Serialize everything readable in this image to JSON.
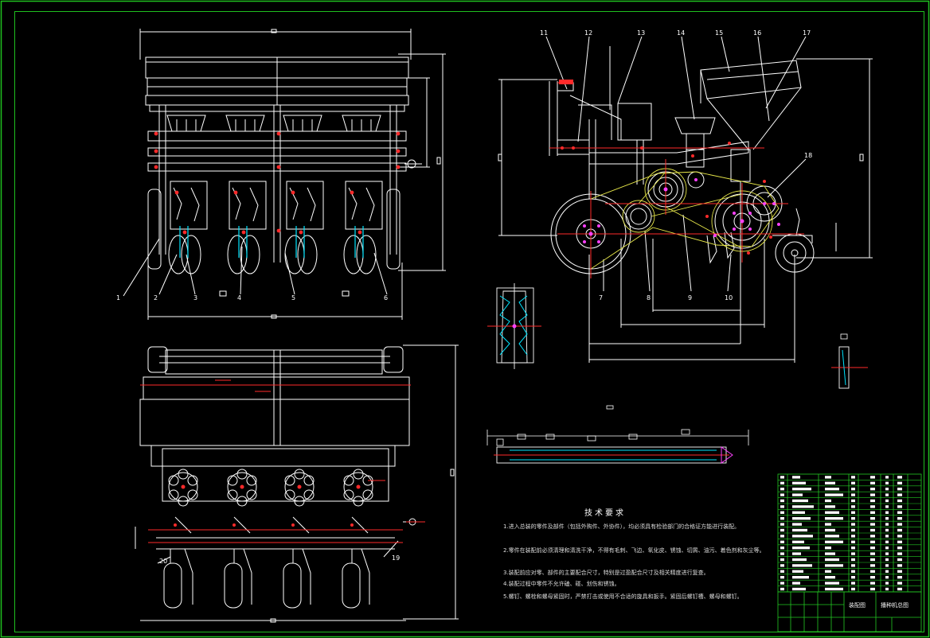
{
  "colors": {
    "background": "#000000",
    "frame": "#1fbf1f",
    "line": "#ffffff",
    "center_line": "#ff2a2a",
    "hidden_line": "#d8d8d8",
    "belt": "#e8e84a",
    "accent_cyan": "#00e5ff",
    "part_magenta": "#ff40ff",
    "table_green": "#22c822"
  },
  "balloons_front": [
    "1",
    "2",
    "3",
    "4",
    "5",
    "6"
  ],
  "balloons_side_top": [
    "11",
    "12",
    "13",
    "14",
    "15",
    "16",
    "17"
  ],
  "balloons_side_right": [
    "18"
  ],
  "balloons_side_bottom": [
    "7",
    "8",
    "9",
    "10"
  ],
  "balloons_plan": [
    "19",
    "20"
  ],
  "notes": {
    "title": "技术要求",
    "items": [
      "1.进入总装的零件及部件（包括外购件、外协件），均必须具有检验部门的合格证方能进行装配。",
      "2.零件在装配前必须清理和清洗干净，不得有毛刺、飞边、氧化皮、锈蚀、切屑、油污、着色剂和灰尘等。",
      "3.装配前应对零、部件的主要配合尺寸，特别是过盈配合尺寸及相关精度进行复查。",
      "4.装配过程中零件不允许磕、碰、划伤和锈蚀。",
      "5.螺钉、螺栓和螺母紧固时，严禁打击或使用不合适的旋具和扳手。紧固后螺钉槽、螺母和螺钉。"
    ]
  },
  "title_block": {
    "name": "装配图",
    "drawing_no": "播种机总图"
  }
}
